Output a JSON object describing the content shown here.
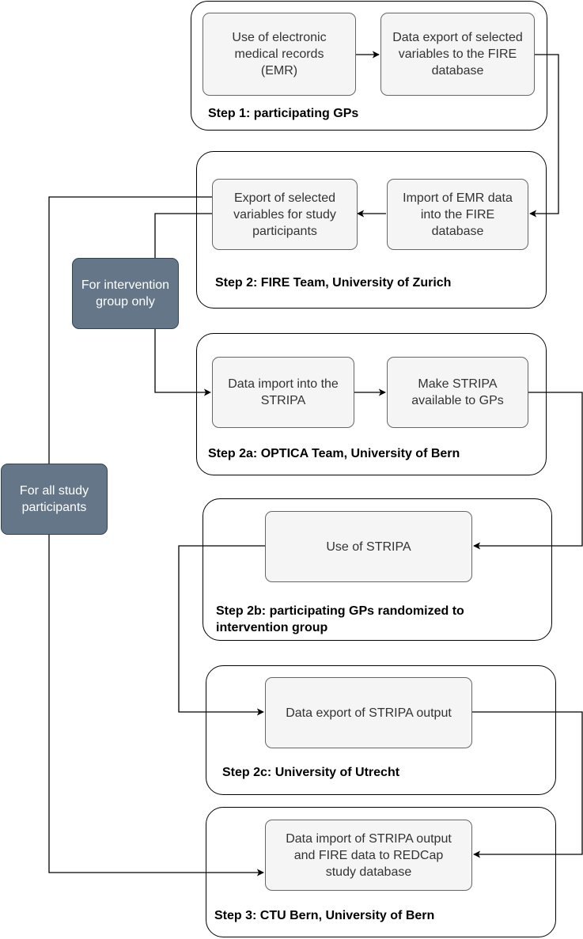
{
  "steps": {
    "s1": "Step 1: participating GPs",
    "s2": "Step 2: FIRE Team, University of Zurich",
    "s2a": "Step 2a: OPTICA Team, University of Bern",
    "s2b": "Step 2b: participating GPs randomized to\nintervention group",
    "s2c": "Step 2c: University of Utrecht",
    "s3": "Step 3: CTU Bern, University of Bern"
  },
  "nodes": {
    "emr_use": "Use of electronic\nmedical records\n(EMR)",
    "export_fire": "Data export of selected\nvariables to the FIRE\ndatabase",
    "import_emr": "Import of EMR data\ninto the FIRE\ndatabase",
    "export_selected": "Export of selected\nvariables for study\nparticipants",
    "intervention_only": "For intervention\ngroup only",
    "import_stripa": "Data import into the\nSTRIPA",
    "make_stripa": "Make STRIPA\navailable to GPs",
    "use_stripa": "Use of STRIPA",
    "export_stripa": "Data export of STRIPA output",
    "all_participants": "For all study\nparticipants",
    "import_redcap": "Data import of STRIPA output\nand FIRE data to REDCap\nstudy database"
  },
  "colors": {
    "box_fill": "#f5f5f5",
    "box_stroke": "#666666",
    "dark_fill": "#647687",
    "dark_stroke": "#314354",
    "line": "#000000"
  }
}
